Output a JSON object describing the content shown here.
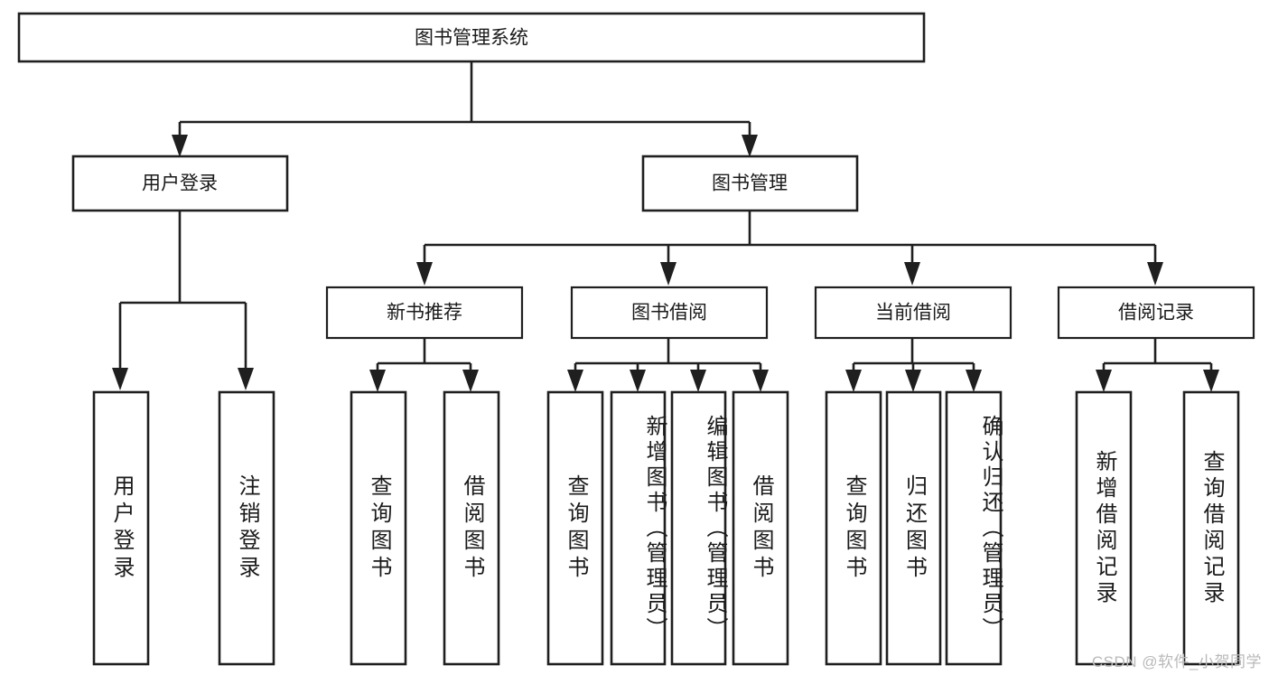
{
  "diagram": {
    "type": "tree-hierarchy-chart",
    "title": "图书管理系统",
    "root": {
      "id": "root",
      "label": "图书管理系统"
    },
    "level2": [
      {
        "id": "user-login",
        "label": "用户登录"
      },
      {
        "id": "book-management",
        "label": "图书管理"
      }
    ],
    "level3": [
      {
        "id": "new-book-recommend",
        "label": "新书推荐",
        "parent": "book-management"
      },
      {
        "id": "book-borrow",
        "label": "图书借阅",
        "parent": "book-management"
      },
      {
        "id": "current-borrow",
        "label": "当前借阅",
        "parent": "book-management"
      },
      {
        "id": "borrow-record",
        "label": "借阅记录",
        "parent": "book-management"
      }
    ],
    "leaves": [
      {
        "id": "leaf-user-login",
        "label": "用户登录",
        "parent": "user-login"
      },
      {
        "id": "leaf-logout-login",
        "label": "注销登录",
        "parent": "user-login"
      },
      {
        "id": "leaf-query-book-1",
        "label": "查询图书",
        "parent": "new-book-recommend"
      },
      {
        "id": "leaf-borrow-book-1",
        "label": "借阅图书",
        "parent": "new-book-recommend"
      },
      {
        "id": "leaf-query-book-2",
        "label": "查询图书",
        "parent": "book-borrow"
      },
      {
        "id": "leaf-add-book",
        "label": "新增图书（管理员）",
        "parent": "book-borrow"
      },
      {
        "id": "leaf-edit-book",
        "label": "编辑图书（管理员）",
        "parent": "book-borrow"
      },
      {
        "id": "leaf-borrow-book-2",
        "label": "借阅图书",
        "parent": "book-borrow"
      },
      {
        "id": "leaf-query-book-3",
        "label": "查询图书",
        "parent": "current-borrow"
      },
      {
        "id": "leaf-return-book",
        "label": "归还图书",
        "parent": "current-borrow"
      },
      {
        "id": "leaf-confirm-return",
        "label": "确认归还（管理员）",
        "parent": "current-borrow"
      },
      {
        "id": "leaf-add-record",
        "label": "新增借阅记录",
        "parent": "borrow-record"
      },
      {
        "id": "leaf-query-record",
        "label": "查询借阅记录",
        "parent": "borrow-record"
      }
    ],
    "colors": {
      "stroke": "#1f1f1f",
      "fill": "#ffffff",
      "text": "#1a1a1a",
      "watermark": "#b9b9b9"
    }
  },
  "watermark": {
    "text": "CSDN @软件_小贺同学"
  }
}
